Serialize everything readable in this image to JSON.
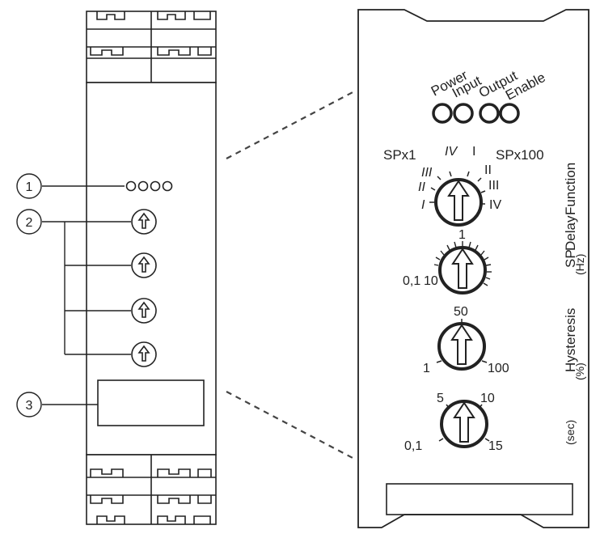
{
  "callouts": [
    "1",
    "2",
    "3"
  ],
  "leds": {
    "labels": [
      "Power",
      "Input",
      "Output",
      "Enable"
    ]
  },
  "dial_function": {
    "left_label": "SPx1",
    "right_label": "SPx100",
    "left_ticks": [
      "IV",
      "III",
      "II",
      "I"
    ],
    "right_ticks": [
      "I",
      "II",
      "III",
      "IV"
    ],
    "side_label": "Function"
  },
  "dial_setpoint": {
    "top_label": "1",
    "bottom_left_label": "0,1",
    "bottom_right_label": "10",
    "side_label": "SP",
    "side_label_2": "Delay",
    "unit": "(Hz)"
  },
  "dial_hysteresis": {
    "top_label": "50",
    "left_label": "1",
    "right_label": "100",
    "side_label": "Hysteresis",
    "unit": "(%)"
  },
  "dial_delay": {
    "top_left_label": "5",
    "top_right_label": "10",
    "bottom_left_label": "0,1",
    "bottom_right_label": "15",
    "unit": "(sec)"
  }
}
